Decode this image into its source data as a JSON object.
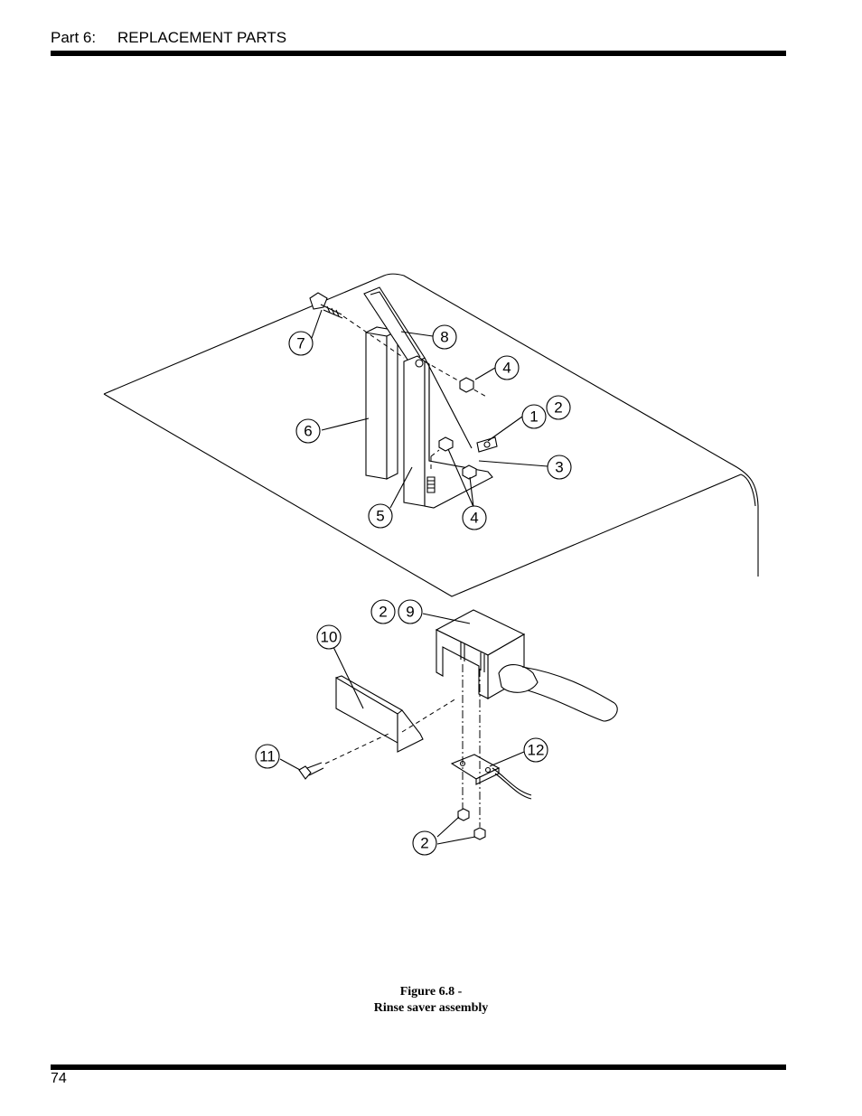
{
  "header": {
    "part_label": "Part 6:",
    "section_title": "REPLACEMENT PARTS"
  },
  "figure": {
    "number": "Figure 6.8 -",
    "caption": "Rinse saver assembly",
    "callouts": {
      "c7": "7",
      "c8": "8",
      "c4a": "4",
      "c1": "1",
      "c2a": "2",
      "c6": "6",
      "c3": "3",
      "c5": "5",
      "c4b": "4",
      "c2b": "2",
      "c9": "9",
      "c10": "10",
      "c11": "11",
      "c12": "12",
      "c2c": "2"
    }
  },
  "footer": {
    "page_number": "74"
  }
}
